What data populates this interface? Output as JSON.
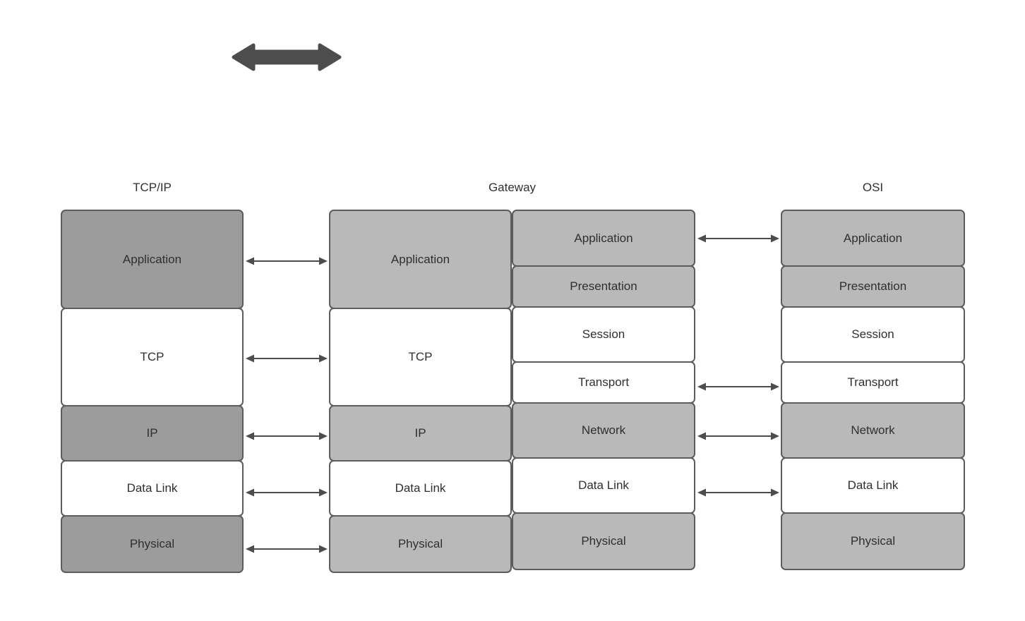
{
  "colors": {
    "background": "#ffffff",
    "dark_gray_fill": "#9c9c9c",
    "light_gray_fill": "#b9b9b9",
    "white_fill": "#ffffff",
    "border": "#5c5c5c",
    "arrow": "#4d4d4d",
    "text": "#2f2f2f"
  },
  "titles": {
    "tcpip": "TCP/IP",
    "gateway": "Gateway",
    "osi": "OSI"
  },
  "stacks": {
    "tcpip": {
      "layers": [
        {
          "label": "Application"
        },
        {
          "label": "TCP"
        },
        {
          "label": "IP"
        },
        {
          "label": "Data Link"
        },
        {
          "label": "Physical"
        }
      ]
    },
    "gateway_left": {
      "layers": [
        {
          "label": "Application"
        },
        {
          "label": "TCP"
        },
        {
          "label": "IP"
        },
        {
          "label": "Data Link"
        },
        {
          "label": "Physical"
        }
      ]
    },
    "gateway_right": {
      "layers": [
        {
          "label": "Application"
        },
        {
          "label": "Presentation"
        },
        {
          "label": "Session"
        },
        {
          "label": "Transport"
        },
        {
          "label": "Network"
        },
        {
          "label": "Data Link"
        },
        {
          "label": "Physical"
        }
      ]
    },
    "osi": {
      "layers": [
        {
          "label": "Application"
        },
        {
          "label": "Presentation"
        },
        {
          "label": "Session"
        },
        {
          "label": "Transport"
        },
        {
          "label": "Network"
        },
        {
          "label": "Data Link"
        },
        {
          "label": "Physical"
        }
      ]
    }
  }
}
